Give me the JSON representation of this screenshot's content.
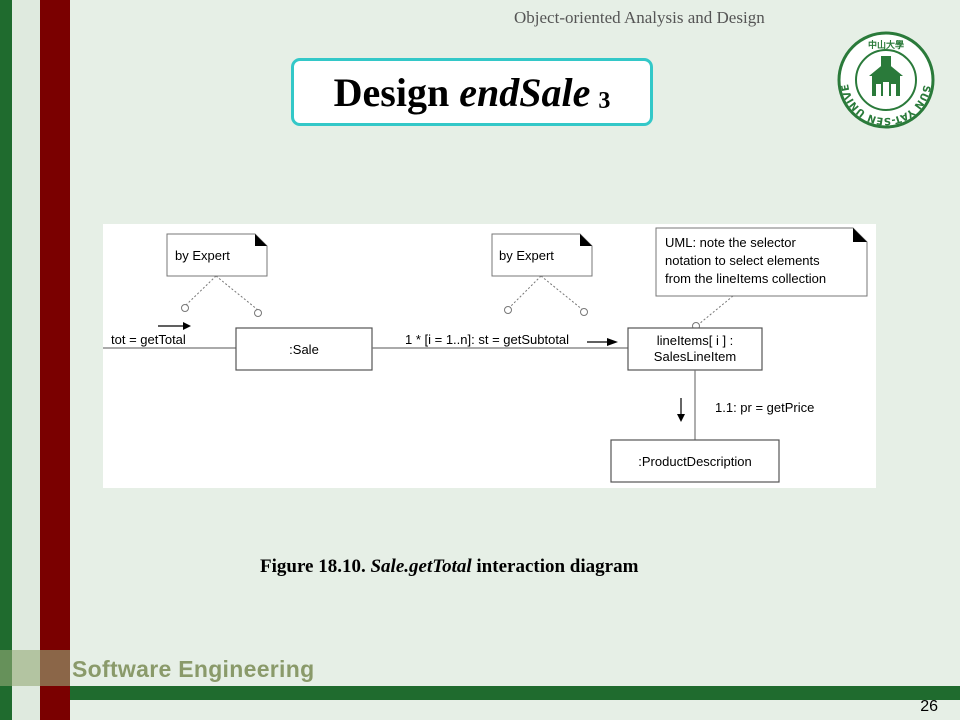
{
  "header": {
    "course_name": "Object-oriented Analysis and Design",
    "title_main": "Design",
    "title_italic": "endSale",
    "title_sub": "3"
  },
  "logo": {
    "top_text": "中山大學",
    "ring_text": "SUN YAT-SEN UNIVERSITY",
    "color": "#2a7a3a"
  },
  "diagram": {
    "notes": {
      "expert_left": "by Expert",
      "expert_right": "by Expert",
      "uml_line1": "UML: note the selector",
      "uml_line2": "notation to select elements",
      "uml_line3": "from the lineItems collection"
    },
    "objects": {
      "sale": ":Sale",
      "lineitems_line1": "lineItems[ i ] :",
      "lineitems_line2": "SalesLineItem",
      "product": ":ProductDescription"
    },
    "messages": {
      "get_total": "tot = getTotal",
      "get_subtotal": "1 * [i = 1..n]: st = getSubtotal",
      "get_price": "1.1: pr = getPrice"
    }
  },
  "caption": {
    "prefix": "Figure 18.10.",
    "italic": "Sale.getTotal",
    "suffix": "interaction diagram"
  },
  "footer": {
    "label": "Software Engineering",
    "page_number": "26"
  },
  "colors": {
    "green": "#1f6b2e",
    "red": "#7a0000",
    "title_border": "#33c8c8"
  }
}
